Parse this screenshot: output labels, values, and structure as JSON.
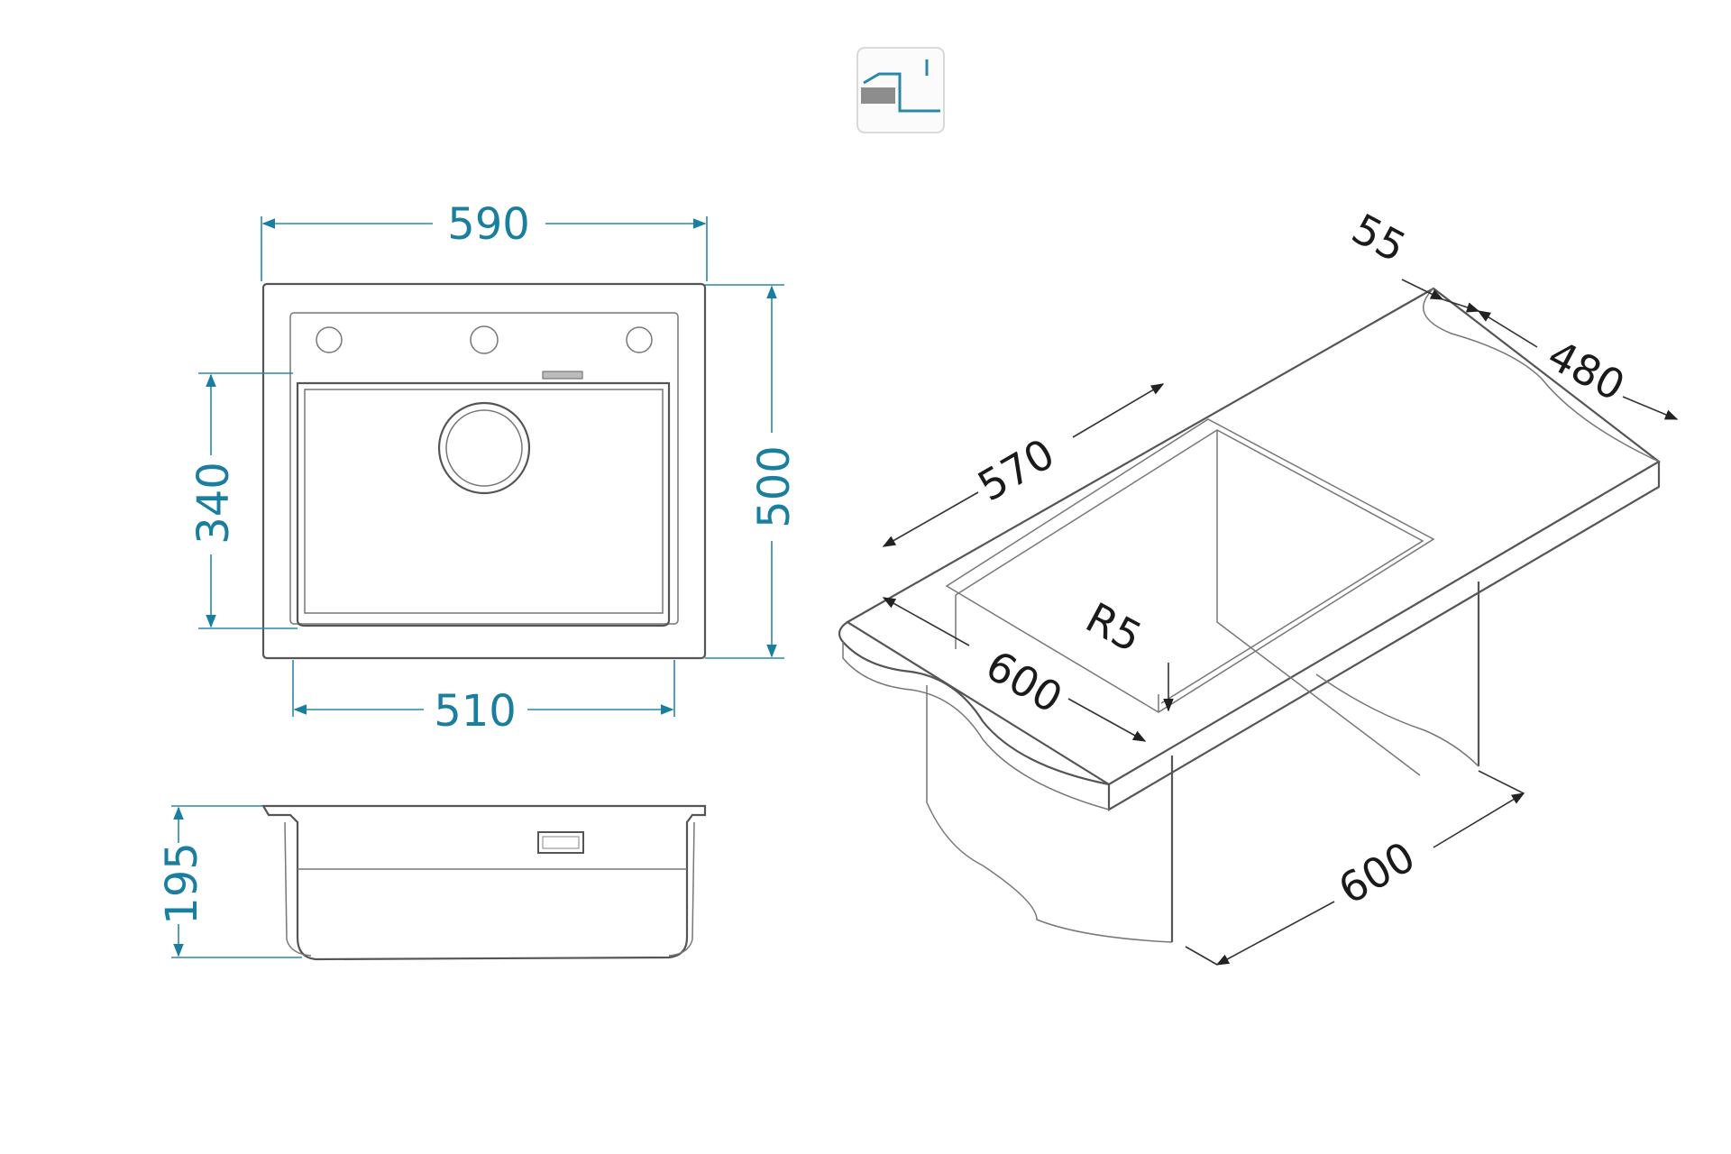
{
  "install_icon": {
    "name": "undermount-installation-icon"
  },
  "top_view": {
    "overall_width": "590",
    "overall_depth": "500",
    "bowl_depth": "340",
    "bowl_width": "510"
  },
  "side_view": {
    "depth": "195"
  },
  "iso_view": {
    "cutout_width": "570",
    "cutout_depth": "480",
    "rim_offset": "55",
    "radius": "R5",
    "worktop_depth": "600",
    "cabinet_width": "600"
  },
  "colors": {
    "dimension_blue": "#1a7ea0",
    "dimension_black": "#1a1a1a",
    "outline": "#555555"
  }
}
